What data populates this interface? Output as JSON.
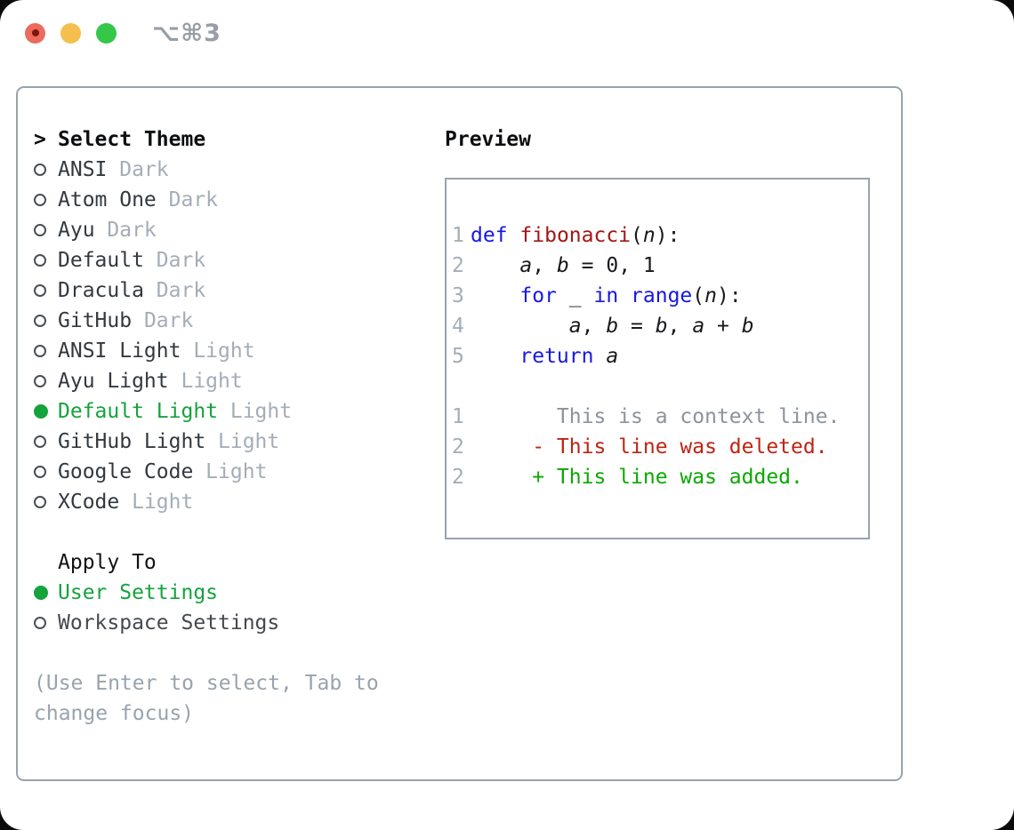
{
  "window": {
    "shortcut": "⌥⌘3",
    "traffic_lights": [
      "close",
      "minimize",
      "zoom"
    ]
  },
  "colors": {
    "accent_green": "#15a33c",
    "keyword_blue": "#1717e6",
    "function_red": "#a41616",
    "deleted_red": "#bd2413",
    "added_green": "#09a800",
    "muted_gray": "#a4adb7",
    "border_gray": "#9aa3ad",
    "traffic_red": "#ec6a5e",
    "traffic_yellow": "#f5bf4f",
    "traffic_green": "#35c748"
  },
  "theme_panel": {
    "title_marker": ">",
    "title": "Select Theme",
    "themes": [
      {
        "name": "ANSI",
        "variant": "Dark",
        "selected": false
      },
      {
        "name": "Atom One",
        "variant": "Dark",
        "selected": false
      },
      {
        "name": "Ayu",
        "variant": "Dark",
        "selected": false
      },
      {
        "name": "Default",
        "variant": "Dark",
        "selected": false
      },
      {
        "name": "Dracula",
        "variant": "Dark",
        "selected": false
      },
      {
        "name": "GitHub",
        "variant": "Dark",
        "selected": false
      },
      {
        "name": "ANSI Light",
        "variant": "Light",
        "selected": false
      },
      {
        "name": "Ayu Light",
        "variant": "Light",
        "selected": false
      },
      {
        "name": "Default Light",
        "variant": "Light",
        "selected": true
      },
      {
        "name": "GitHub Light",
        "variant": "Light",
        "selected": false
      },
      {
        "name": "Google Code",
        "variant": "Light",
        "selected": false
      },
      {
        "name": "XCode",
        "variant": "Light",
        "selected": false
      }
    ],
    "apply_to": {
      "title": "Apply To",
      "options": [
        {
          "label": "User Settings",
          "selected": true
        },
        {
          "label": "Workspace Settings",
          "selected": false
        }
      ]
    },
    "hint": "(Use Enter to select, Tab to change focus)"
  },
  "preview": {
    "title": "Preview",
    "code_lines": [
      {
        "num": "1",
        "tokens": [
          [
            "kw",
            "def"
          ],
          [
            "txt",
            " "
          ],
          [
            "fn",
            "fibonacci"
          ],
          [
            "txt",
            "("
          ],
          [
            "var",
            "n"
          ],
          [
            "txt",
            "):"
          ]
        ]
      },
      {
        "num": "2",
        "tokens": [
          [
            "txt",
            "    "
          ],
          [
            "var",
            "a"
          ],
          [
            "txt",
            ", "
          ],
          [
            "var",
            "b"
          ],
          [
            "txt",
            " = 0, 1"
          ]
        ]
      },
      {
        "num": "3",
        "tokens": [
          [
            "txt",
            "    "
          ],
          [
            "kw",
            "for"
          ],
          [
            "txt",
            " _ "
          ],
          [
            "kw",
            "in"
          ],
          [
            "txt",
            " "
          ],
          [
            "kw",
            "range"
          ],
          [
            "txt",
            "("
          ],
          [
            "var",
            "n"
          ],
          [
            "txt",
            "):"
          ]
        ]
      },
      {
        "num": "4",
        "tokens": [
          [
            "txt",
            "        "
          ],
          [
            "var",
            "a"
          ],
          [
            "txt",
            ", "
          ],
          [
            "var",
            "b"
          ],
          [
            "txt",
            " = "
          ],
          [
            "var",
            "b"
          ],
          [
            "txt",
            ", "
          ],
          [
            "var",
            "a"
          ],
          [
            "txt",
            " + "
          ],
          [
            "var",
            "b"
          ]
        ]
      },
      {
        "num": "5",
        "tokens": [
          [
            "txt",
            "    "
          ],
          [
            "kw",
            "return"
          ],
          [
            "txt",
            " "
          ],
          [
            "var",
            "a"
          ]
        ]
      },
      {
        "num": "",
        "tokens": []
      },
      {
        "num": "1",
        "tokens": [
          [
            "ctx",
            "       This is a context line."
          ]
        ]
      },
      {
        "num": "2",
        "tokens": [
          [
            "del",
            "     - This line was deleted."
          ]
        ]
      },
      {
        "num": "2",
        "tokens": [
          [
            "add",
            "     + This line was added."
          ]
        ]
      }
    ]
  }
}
